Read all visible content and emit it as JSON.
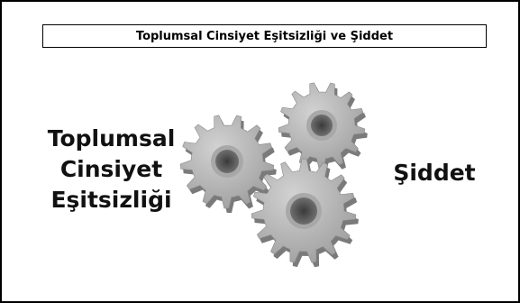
{
  "slide": {
    "title": "Toplumsal Cinsiyet Eşitsizliği ve Şiddet",
    "left_lines": [
      "Toplumsal",
      "Cinsiyet",
      "Eşitsizliği"
    ],
    "right_label": "Şiddet"
  },
  "graphic": {
    "icon": "gears-icon",
    "colors": {
      "gear_face": "#b4b4b4",
      "gear_side": "#7a7a7a",
      "gear_hole": "#5e5e5e"
    }
  }
}
